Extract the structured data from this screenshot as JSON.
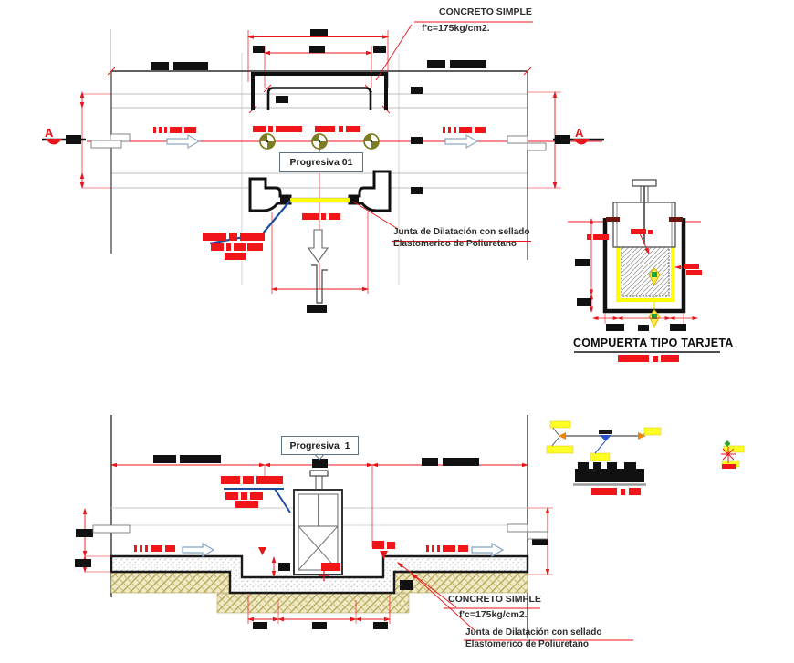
{
  "palette": {
    "dim_red": "#e8151b",
    "leader_blue": "#1d4f9e",
    "joint_yellow": "#ffff00",
    "earth_tan": "#f0e9c5",
    "survey_olive": "#74740e",
    "marker_green": "#1fa33c"
  },
  "plan_view": {
    "callout_label": "Progresiva 01",
    "section_marker": "A",
    "concrete_note_title": "CONCRETO SIMPLE",
    "concrete_note_spec": "f'c=175kg/cm2.",
    "joint_note_line1": "Junta de Dilatación con sellado",
    "joint_note_line2": "Elastomerico de Poliuretano"
  },
  "gate_detail": {
    "title": "COMPUERTA TIPO TARJETA"
  },
  "section_view": {
    "callout_label": "Progresiva  1",
    "concrete_note_title": "CONCRETO SIMPLE",
    "concrete_note_spec": "f'c=175kg/cm2.",
    "joint_note_line1": "Junta de Dilatación con sellado",
    "joint_note_line2": "Elastomerico de Poliuretano"
  }
}
